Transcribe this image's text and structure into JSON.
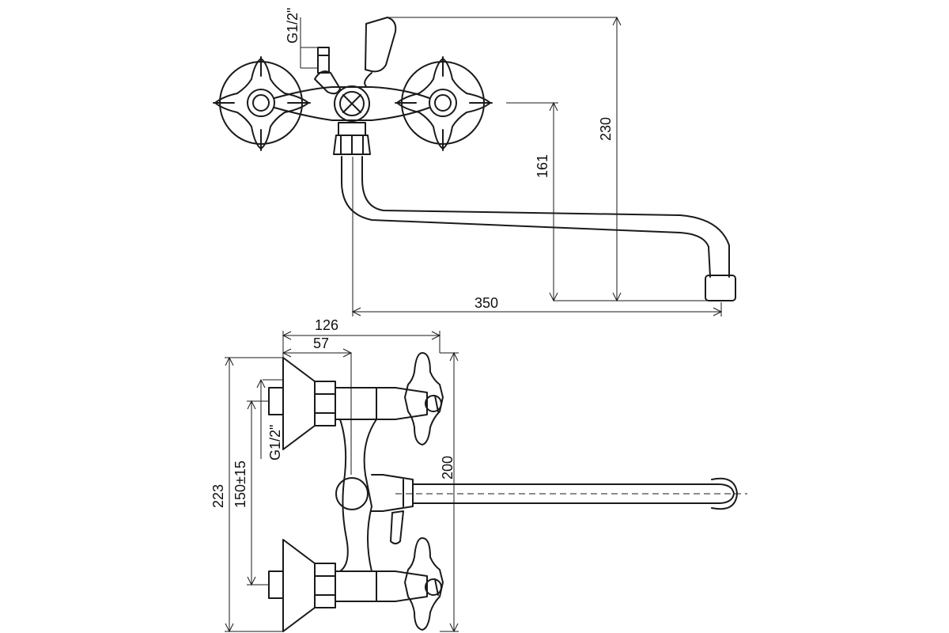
{
  "drawing": {
    "top_view": {
      "thread_label": "G1/2\"",
      "dim_height_total": "230",
      "dim_spout_height": "161",
      "dim_spout_reach": "350"
    },
    "side_view": {
      "dim_depth_126": "126",
      "dim_depth_57": "57",
      "thread_label": "G1/2\"",
      "dim_height_223": "223",
      "dim_center_distance": "150±15",
      "dim_height_200": "200"
    }
  }
}
